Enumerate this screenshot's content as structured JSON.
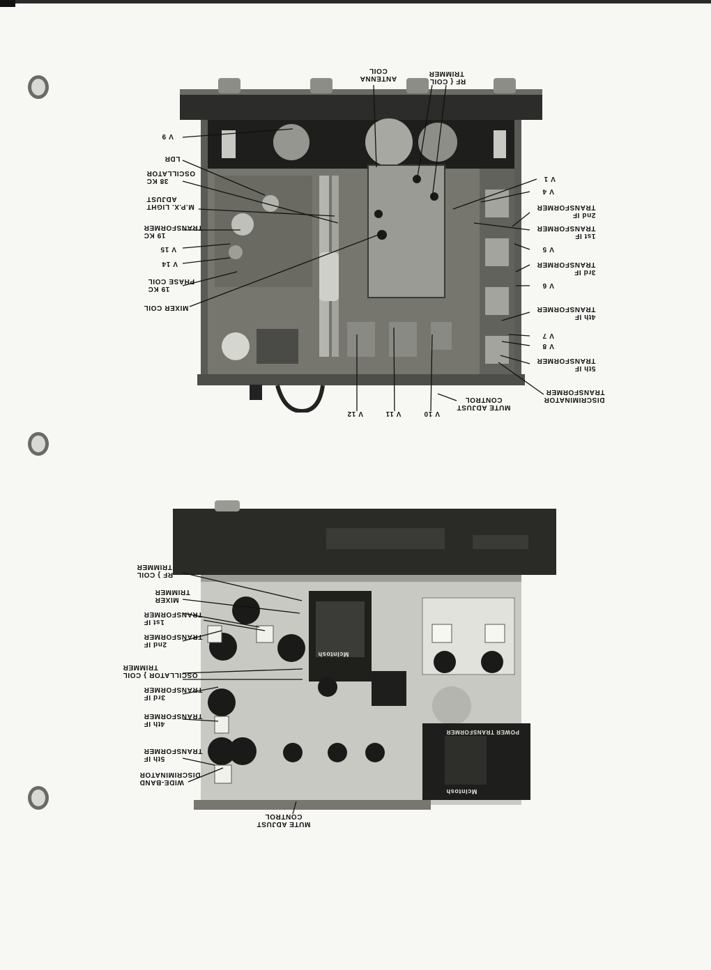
{
  "page": {
    "photo1_labels": {
      "rf_coil_trimmer": "RF { COIL\n TRIMMER",
      "antenna_coil": "ANTENNA\nCOIL",
      "v9": "V 9",
      "ldr": "LDR",
      "osc_38kc": "38 KC\nOSCILLATOR",
      "mpx_light_adjust": "M.P.X. LIGHT\nADJUST",
      "tf_19kc": "19 KC\nTRANSFORMER",
      "v15": "V 15",
      "v14": "V 14",
      "phase_coil_19kc": "19 KC\nPHASE COIL",
      "mixer_coil": "MIXER COIL",
      "v1": "V 1",
      "v4": "V 4",
      "tf_2nd_if": "2nd IF\nTRANSFORMER",
      "tf_1st_if": "1st IF\nTRANSFORMER",
      "v5": "V 5",
      "tf_3rd_if": "3rd IF\nTRANSFORMER",
      "v6": "V 6",
      "tf_4th_if": "4th IF\nTRANSFORMER",
      "v7": "V 7",
      "v8": "V 8",
      "tf_5th_if": "5th IF\nTRANSFORMER",
      "discriminator_tf": "DISCRIMINATOR\nTRANSFORMER",
      "mute_adjust": "MUTE ADJUST\nCONTROL",
      "v10": "V 10",
      "v11": "V 11",
      "v12": "V 12"
    },
    "photo2_labels": {
      "rf_coil_trimmer": "RF } COIL\nTRIMMER",
      "mixer_trimmer": "MIXER\nTRIMMER",
      "tf_1st_if": "1st IF\nTRANSFORMER",
      "tf_2nd_if": "2nd IF\nTRANSFORMER",
      "osc_coil_trimmer": "OSCILLATOR } COIL\nTRIMMER",
      "tf_3rd_if": "3rd IF\nTRANSFORMER",
      "tf_4th_if": "4th IF\nTRANSFORMER",
      "tf_5th_if": "5th IF\nTRANSFORMER",
      "wideband_disc": "WIDE-BAND\nDISCRIMINATOR",
      "mute_adjust": "MUTE ADJUST\nCONTROL"
    },
    "brand": "McIntosh",
    "power_transformer": "POWER TRANSFORMER"
  }
}
